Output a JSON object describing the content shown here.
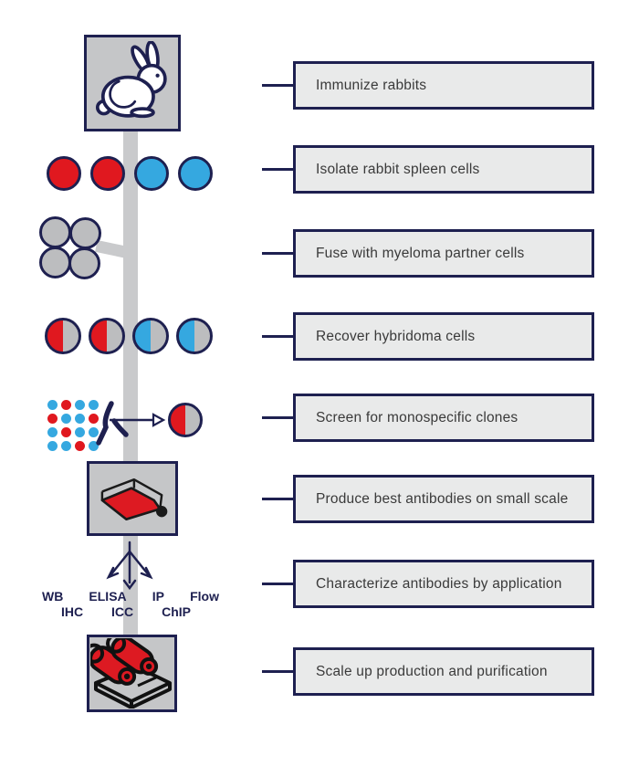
{
  "steps": [
    {
      "label": "Immunize rabbits"
    },
    {
      "label": "Isolate rabbit spleen cells"
    },
    {
      "label": "Fuse with myeloma partner cells"
    },
    {
      "label": "Recover hybridoma cells"
    },
    {
      "label": "Screen for monospecific clones"
    },
    {
      "label": "Produce best antibodies on small scale"
    },
    {
      "label": "Characterize antibodies by application"
    },
    {
      "label": "Scale up production and purification"
    }
  ],
  "diagram": {
    "spleen_cells": [
      "red",
      "red",
      "blue",
      "blue"
    ],
    "myeloma_cells": [
      "gray",
      "gray",
      "gray",
      "gray"
    ],
    "hybridoma_cells": [
      "half-red",
      "half-red",
      "half-blue",
      "half-blue"
    ],
    "screening_grid": [
      [
        "blue",
        "red",
        "blue",
        "blue"
      ],
      [
        "red",
        "blue",
        "blue",
        "red"
      ],
      [
        "blue",
        "red",
        "blue",
        "blue"
      ],
      [
        "blue",
        "blue",
        "red",
        "blue"
      ]
    ],
    "selected_clone": "half-red",
    "applications_row1": [
      "WB",
      "ELISA",
      "IP",
      "Flow"
    ],
    "applications_row2": [
      "IHC",
      "ICC",
      "ChIP"
    ]
  },
  "icons": {
    "rabbit": "rabbit-icon",
    "flask": "culture-flask-icon",
    "roller_bottles": "roller-bottles-icon",
    "antibody": "antibody-icon"
  },
  "palette": {
    "navy": "#1e2050",
    "red": "#e0181f",
    "blue": "#35a8e0",
    "cell_gray": "#bcbdbf",
    "icon_box_gray": "#c5c6c8",
    "trunk_gray": "#c9cacc",
    "step_box_fill": "#e9eaea",
    "step_text": "#3a3a3a"
  }
}
